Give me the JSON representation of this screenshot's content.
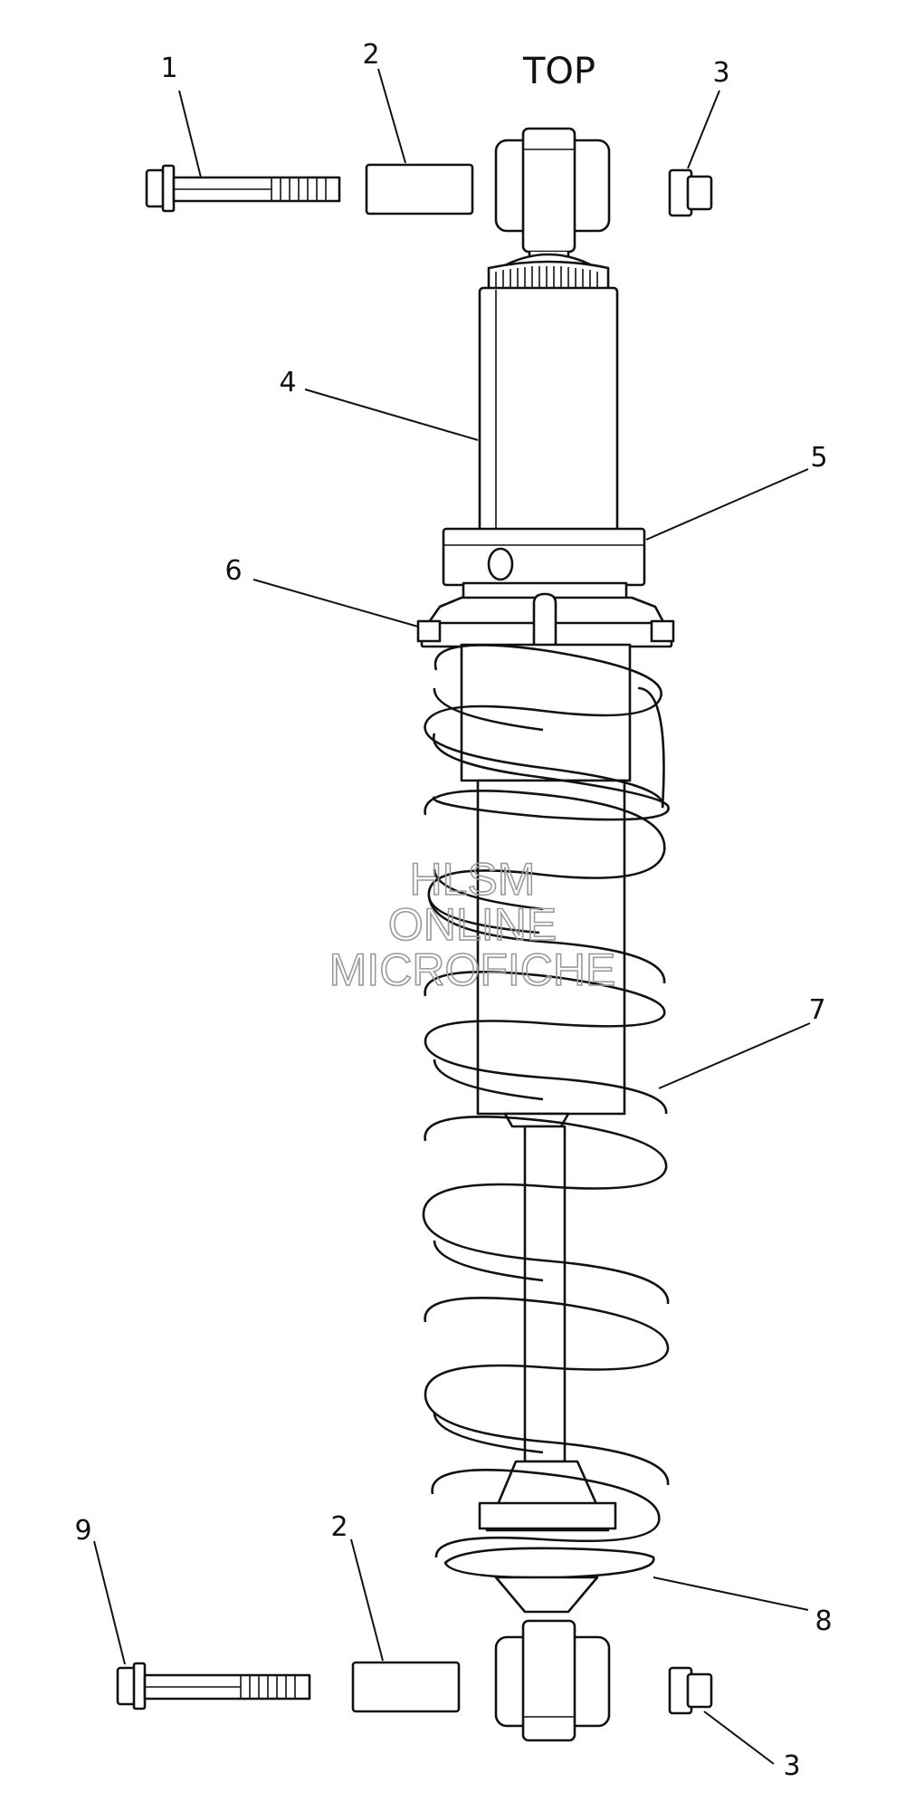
{
  "diagram": {
    "orientation_label": "TOP",
    "watermark": {
      "line1": "HLSM",
      "line2": "ONLINE",
      "line3": "MICROFICHE"
    },
    "callouts": [
      {
        "id": "c1",
        "label": "1"
      },
      {
        "id": "c2a",
        "label": "2"
      },
      {
        "id": "c3a",
        "label": "3"
      },
      {
        "id": "c4",
        "label": "4"
      },
      {
        "id": "c5",
        "label": "5"
      },
      {
        "id": "c6",
        "label": "6"
      },
      {
        "id": "c7",
        "label": "7"
      },
      {
        "id": "c8",
        "label": "8"
      },
      {
        "id": "c9",
        "label": "9"
      },
      {
        "id": "c2b",
        "label": "2"
      },
      {
        "id": "c3b",
        "label": "3"
      }
    ]
  }
}
